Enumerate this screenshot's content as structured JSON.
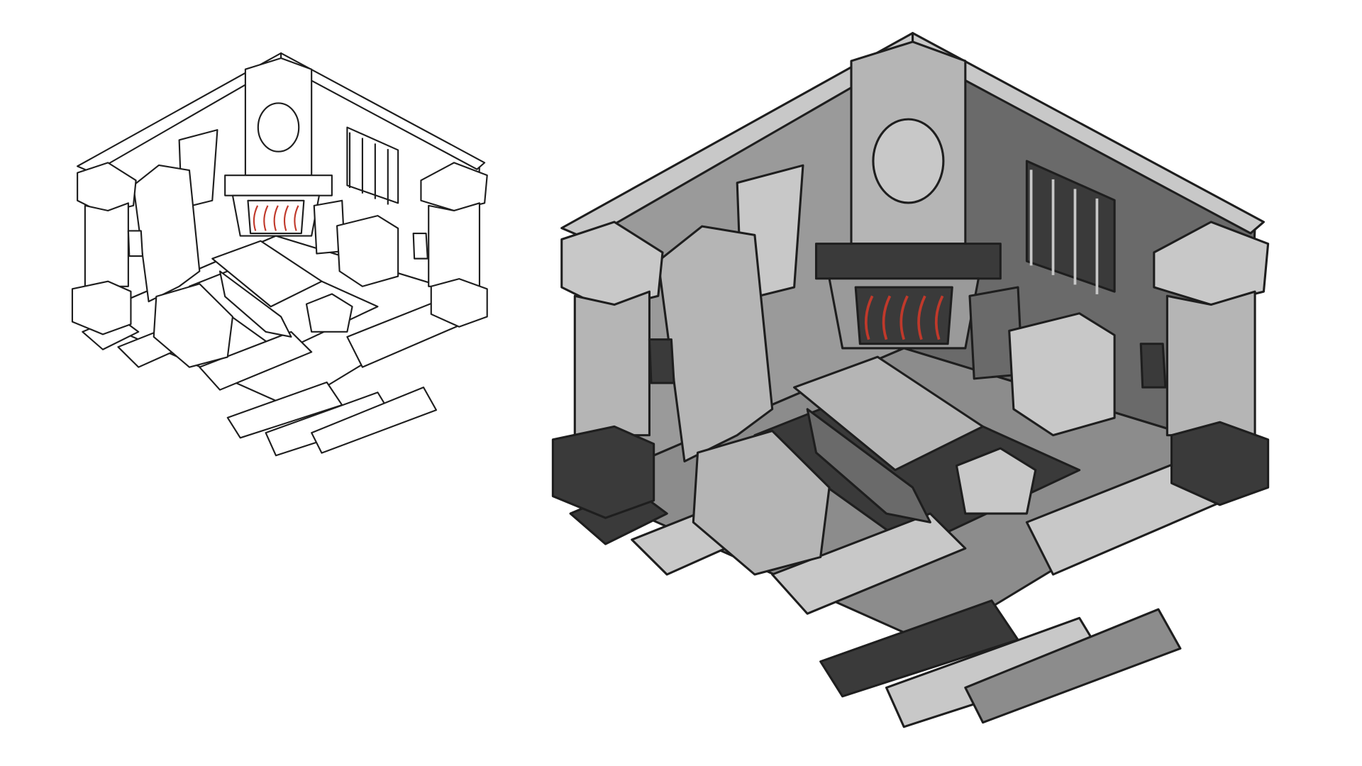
{
  "artwork": {
    "panels": [
      {
        "id": "line-art",
        "style": "line-art"
      },
      {
        "id": "grayscale",
        "style": "grayscale"
      }
    ],
    "colors": {
      "background": "#ffffff",
      "ink": "#1e1e1e",
      "fire_accent": "#c0392b",
      "wall": "#9a9a9a",
      "wall_dark": "#6a6a6a",
      "floor": "#8c8c8c",
      "floor_light": "#c8c8c8",
      "wood": "#b5b5b5",
      "dark": "#3a3a3a",
      "lineart_fill": "#ffffff"
    }
  }
}
